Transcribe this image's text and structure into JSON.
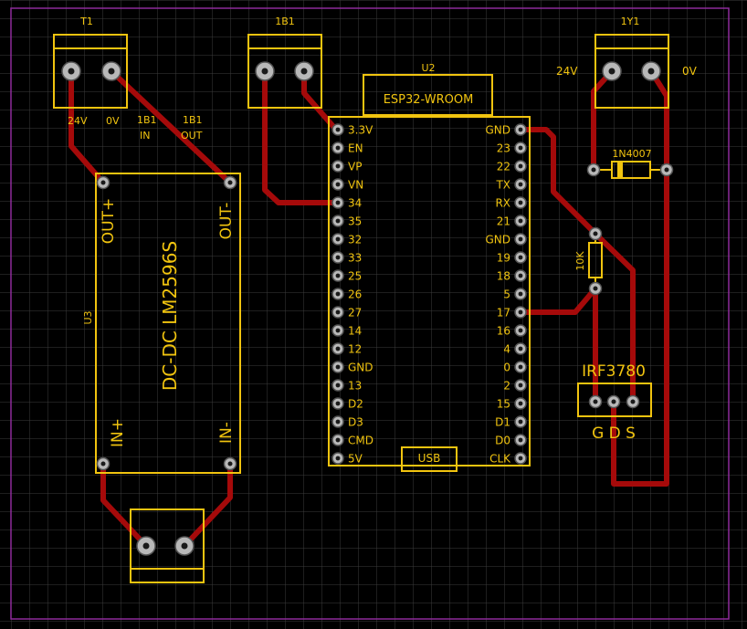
{
  "colors": {
    "background": "#000000",
    "grid": "#3c3c3c",
    "board_outline": "#8e2b9b",
    "silkscreen": "#f1c40f",
    "trace": "#a50a0a",
    "pad": "#b8b8b8"
  },
  "components": {
    "t1": {
      "designator": "T1",
      "pin1_label": "24V",
      "pin2_label": "0V"
    },
    "jb1": {
      "designator": "1B1",
      "in_label_top": "1B1",
      "in_label_bottom": "IN",
      "out_label_top": "1B1",
      "out_label_bottom": "OUT"
    },
    "u2": {
      "designator": "U2",
      "part": "ESP32-WROOM",
      "left_pins": [
        "3.3V",
        "EN",
        "VP",
        "VN",
        "34",
        "35",
        "32",
        "33",
        "25",
        "26",
        "27",
        "14",
        "12",
        "GND",
        "13",
        "D2",
        "D3",
        "CMD",
        "5V"
      ],
      "right_pins": [
        "GND",
        "23",
        "22",
        "TX",
        "RX",
        "21",
        "GND",
        "19",
        "18",
        "5",
        "17",
        "16",
        "4",
        "0",
        "2",
        "15",
        "D1",
        "D0",
        "CLK"
      ],
      "usb_label": "USB"
    },
    "u3": {
      "designator": "U3",
      "part": "DC-DC LM2596S",
      "out_plus": "OUT+",
      "out_minus": "OUT-",
      "in_plus": "IN+",
      "in_minus": "IN-"
    },
    "y1": {
      "designator": "1Y1",
      "pin1_label": "24V",
      "pin2_label": "0V"
    },
    "diode": {
      "value": "1N4007"
    },
    "resistor": {
      "value": "10K"
    },
    "mosfet": {
      "part": "IRF3780",
      "pins_label": "G D S"
    }
  }
}
